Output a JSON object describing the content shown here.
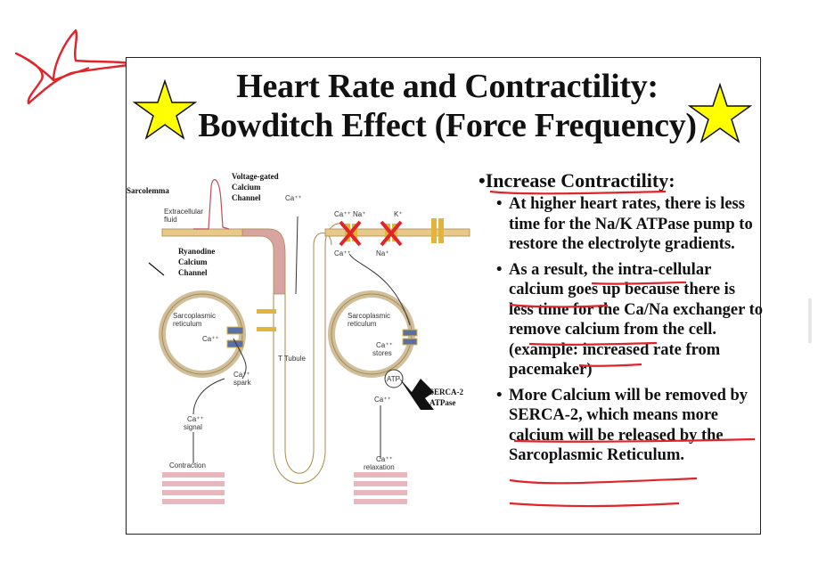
{
  "slide": {
    "title_line1": "Heart Rate and Contractility:",
    "title_line2": "Bowditch Effect (Force Frequency)",
    "main_bullet": "Increase Contractility:",
    "sub_bullets": [
      "At higher heart rates, there is less time for the Na/K ATPase pump to restore the electrolyte gradients.",
      "As a result, the intra-cellular calcium goes up because there is less time for the Ca/Na exchanger to remove calcium from the cell. (example: increased rate from pacemaker)",
      "More Calcium will be removed by SERCA-2, which means more calcium will be released by the Sarcoplasmic Reticulum."
    ]
  },
  "diagram": {
    "sarcolemma": "Sarcolemma",
    "extracellular_1": "Extracellular",
    "extracellular_2": "fluid",
    "vg_1": "Voltage-gated",
    "vg_2": "Calcium",
    "vg_3": "Channel",
    "ry_1": "Ryanodine",
    "ry_2": "Calcium",
    "ry_3": "Channel",
    "sr_left_1": "Sarcoplasmic",
    "sr_left_2": "reticulum",
    "sr_right_1": "Sarcoplasmic",
    "sr_right_2": "reticulum",
    "ca": "Ca⁺⁺",
    "na": "Na⁺",
    "k": "K⁺",
    "ca_spark_2": "spark",
    "ca_signal_2": "signal",
    "t_tubule": "T Tubule",
    "ca_stores_2": "stores",
    "atp": "ATP",
    "serca_1": "SERCA-2",
    "serca_2": "ATPase",
    "contraction": "Contraction",
    "relaxation_2": "relaxation"
  },
  "colors": {
    "star_fill": "#ffff00",
    "annotation_red": "#e0242a",
    "membrane_tan": "#e8c98a",
    "membrane_pink": "#d9a3a0",
    "channel_gold": "#e2b43c",
    "channel_blue": "#5a6fa6"
  }
}
